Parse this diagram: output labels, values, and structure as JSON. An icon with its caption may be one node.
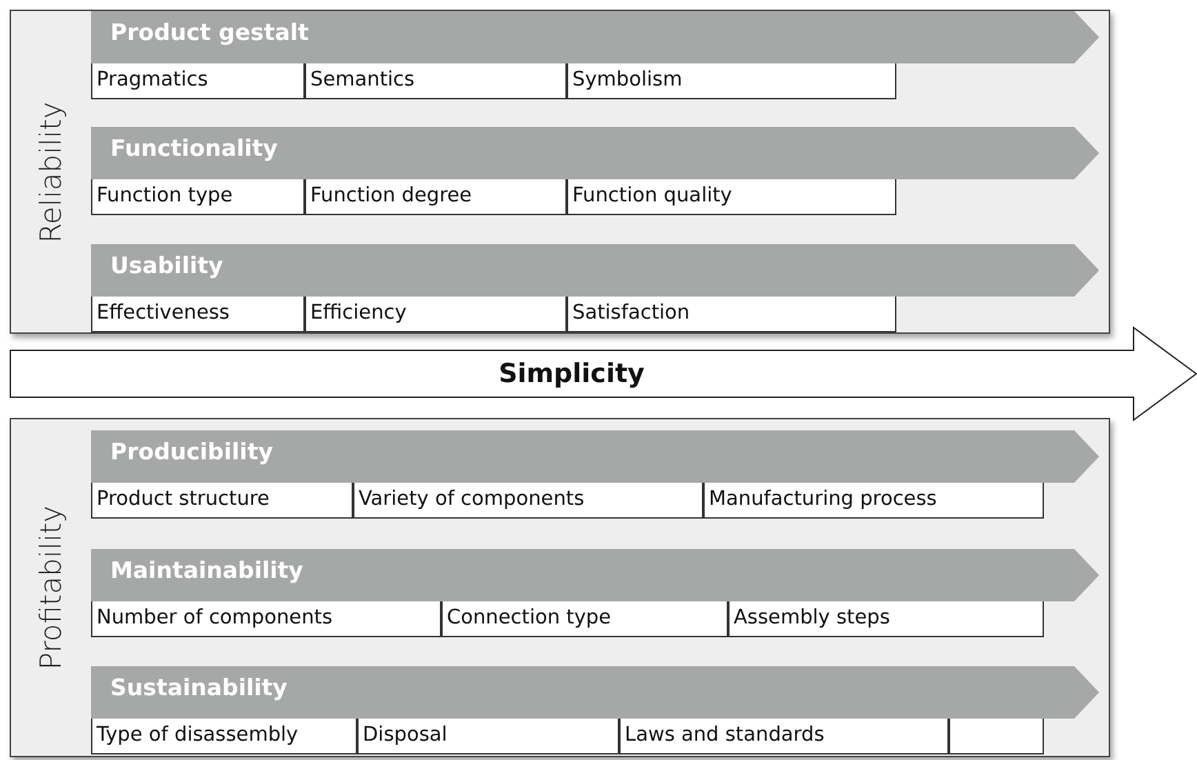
{
  "diagram": {
    "nodes": [
      {
        "text": [
          "Reliability"
        ]
      },
      {
        "text": [
          "Product gestalt"
        ],
        "in": 0
      },
      {
        "text": [
          "Pragmatics"
        ],
        "in": 0
      },
      {
        "text": [
          "Semantics"
        ],
        "in": 0
      },
      {
        "text": [
          "Symbolism"
        ],
        "in": 0
      },
      {
        "text": [
          "Functionality"
        ],
        "in": 0
      },
      {
        "text": [
          "Function type"
        ],
        "in": 0
      },
      {
        "text": [
          "Function degree"
        ],
        "in": 0
      },
      {
        "text": [
          "Function quality"
        ],
        "in": 0
      },
      {
        "text": [
          "Usability"
        ],
        "in": 0
      },
      {
        "text": [
          "Effectiveness"
        ],
        "in": 0
      },
      {
        "text": [
          "Efficiency"
        ],
        "in": 0
      },
      {
        "text": [
          "Satisfaction"
        ],
        "in": 0
      },
      {
        "text": [
          "Simplicity"
        ]
      },
      {
        "text": [
          "Profitability"
        ]
      },
      {
        "text": [
          "Producibility"
        ],
        "in": 14
      },
      {
        "text": [
          "Product structure"
        ],
        "in": 14
      },
      {
        "text": [
          "Variety of components"
        ],
        "in": 14
      },
      {
        "text": [
          "Manufacturing process"
        ],
        "in": 14
      },
      {
        "text": [
          "Maintainability"
        ],
        "in": 14
      },
      {
        "text": [
          "Number of components"
        ],
        "in": 14
      },
      {
        "text": [
          "Connection type"
        ],
        "in": 14
      },
      {
        "text": [
          "Assembly steps"
        ],
        "in": 14
      },
      {
        "text": [
          "Sustainability"
        ],
        "in": 14
      },
      {
        "text": [
          "Type of disassembly"
        ],
        "in": 14
      },
      {
        "text": [
          "Disposal"
        ],
        "in": 14
      },
      {
        "text": [
          "Laws and standards"
        ],
        "in": 14
      },
      {
        "text": [],
        "shape": "box",
        "in": 14
      }
    ]
  }
}
